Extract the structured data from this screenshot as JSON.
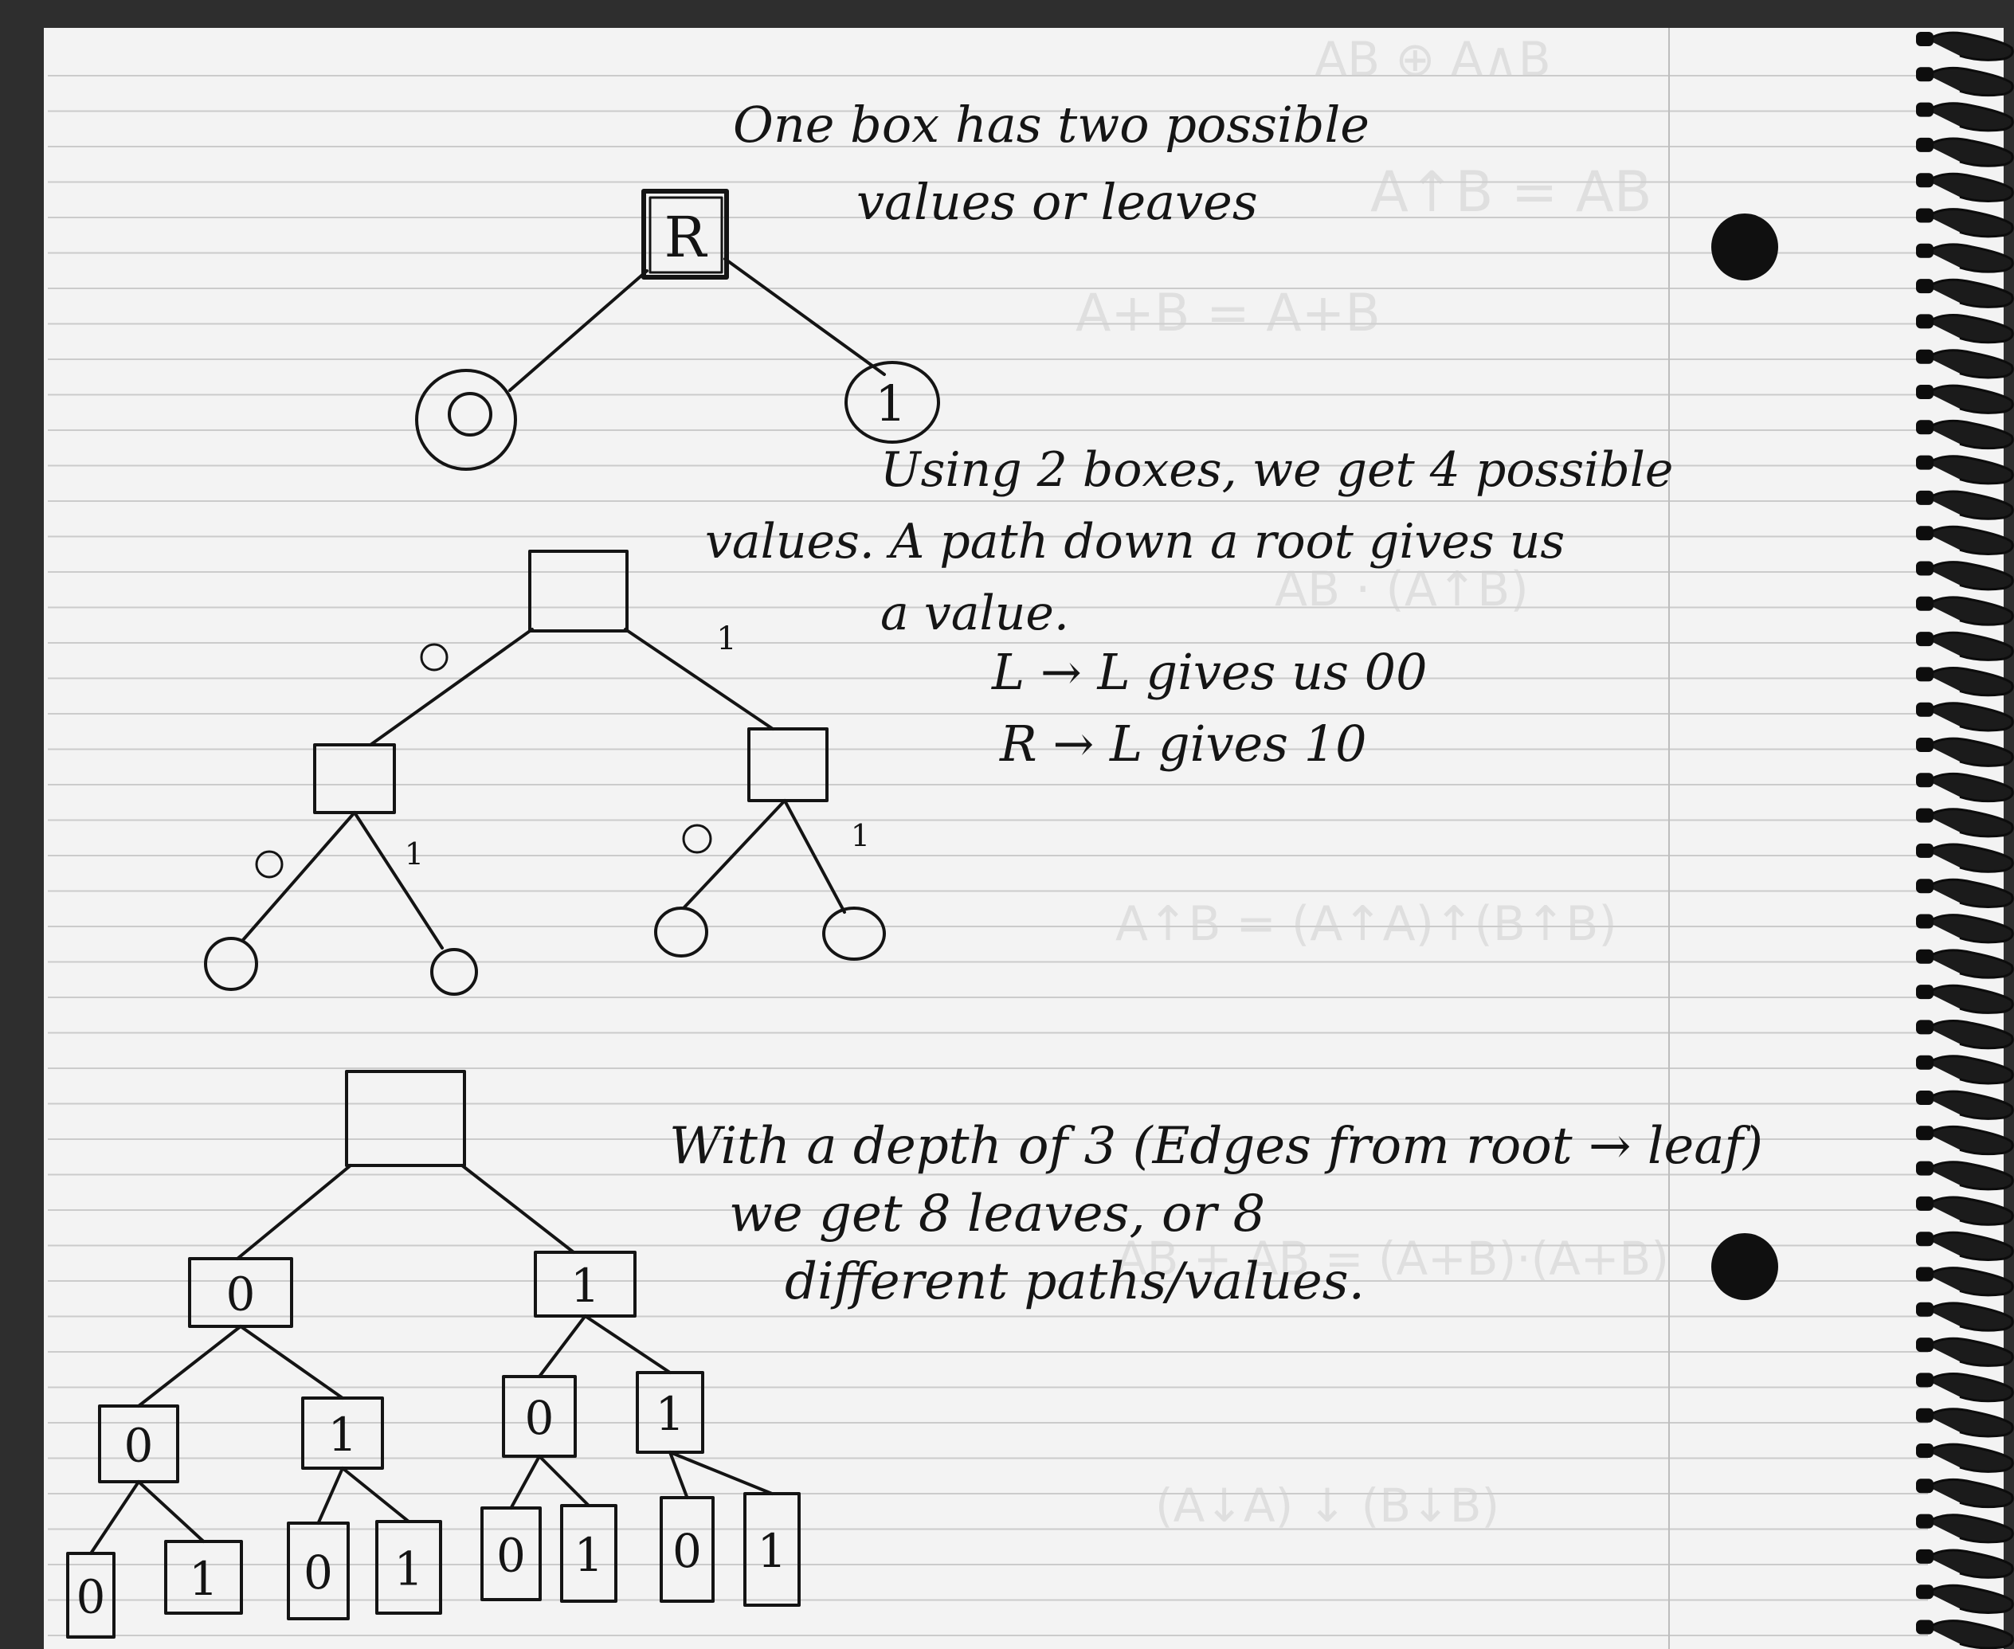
{
  "note1": {
    "line1": "One box has two possible",
    "line2": "values or leaves"
  },
  "note2": {
    "line1": "Using 2 boxes, we get 4 possible",
    "line2": "values. A path down a root gives us",
    "line3": "a value.",
    "line4": "L → L  gives us  00",
    "line5": "R → L  gives   10"
  },
  "note3": {
    "line1": "With a depth of 3 (Edges from root → leaf)",
    "line2": "we get 8 leaves, or 8",
    "line3": "different paths/values."
  },
  "tree1": {
    "root_label": "R",
    "left_leaf": "0",
    "right_leaf": "1"
  },
  "tree2": {
    "edge_root_left": "0",
    "edge_root_right": "1",
    "edge_l_left": "0",
    "edge_l_right": "1",
    "edge_r_left": "0",
    "edge_r_right": "1"
  },
  "tree3": {
    "level1": [
      "0",
      "1"
    ],
    "level2": [
      "0",
      "1",
      "0",
      "1"
    ],
    "leaves": [
      "0",
      "1",
      "0",
      "1",
      "0",
      "1",
      "0",
      "1"
    ]
  },
  "colors": {
    "paper": "#f3f3f3",
    "ink": "#141414",
    "rule_lines": "#c9c9c9",
    "margin_line": "#bdbdbd",
    "spiral": "#1b1b1b"
  }
}
